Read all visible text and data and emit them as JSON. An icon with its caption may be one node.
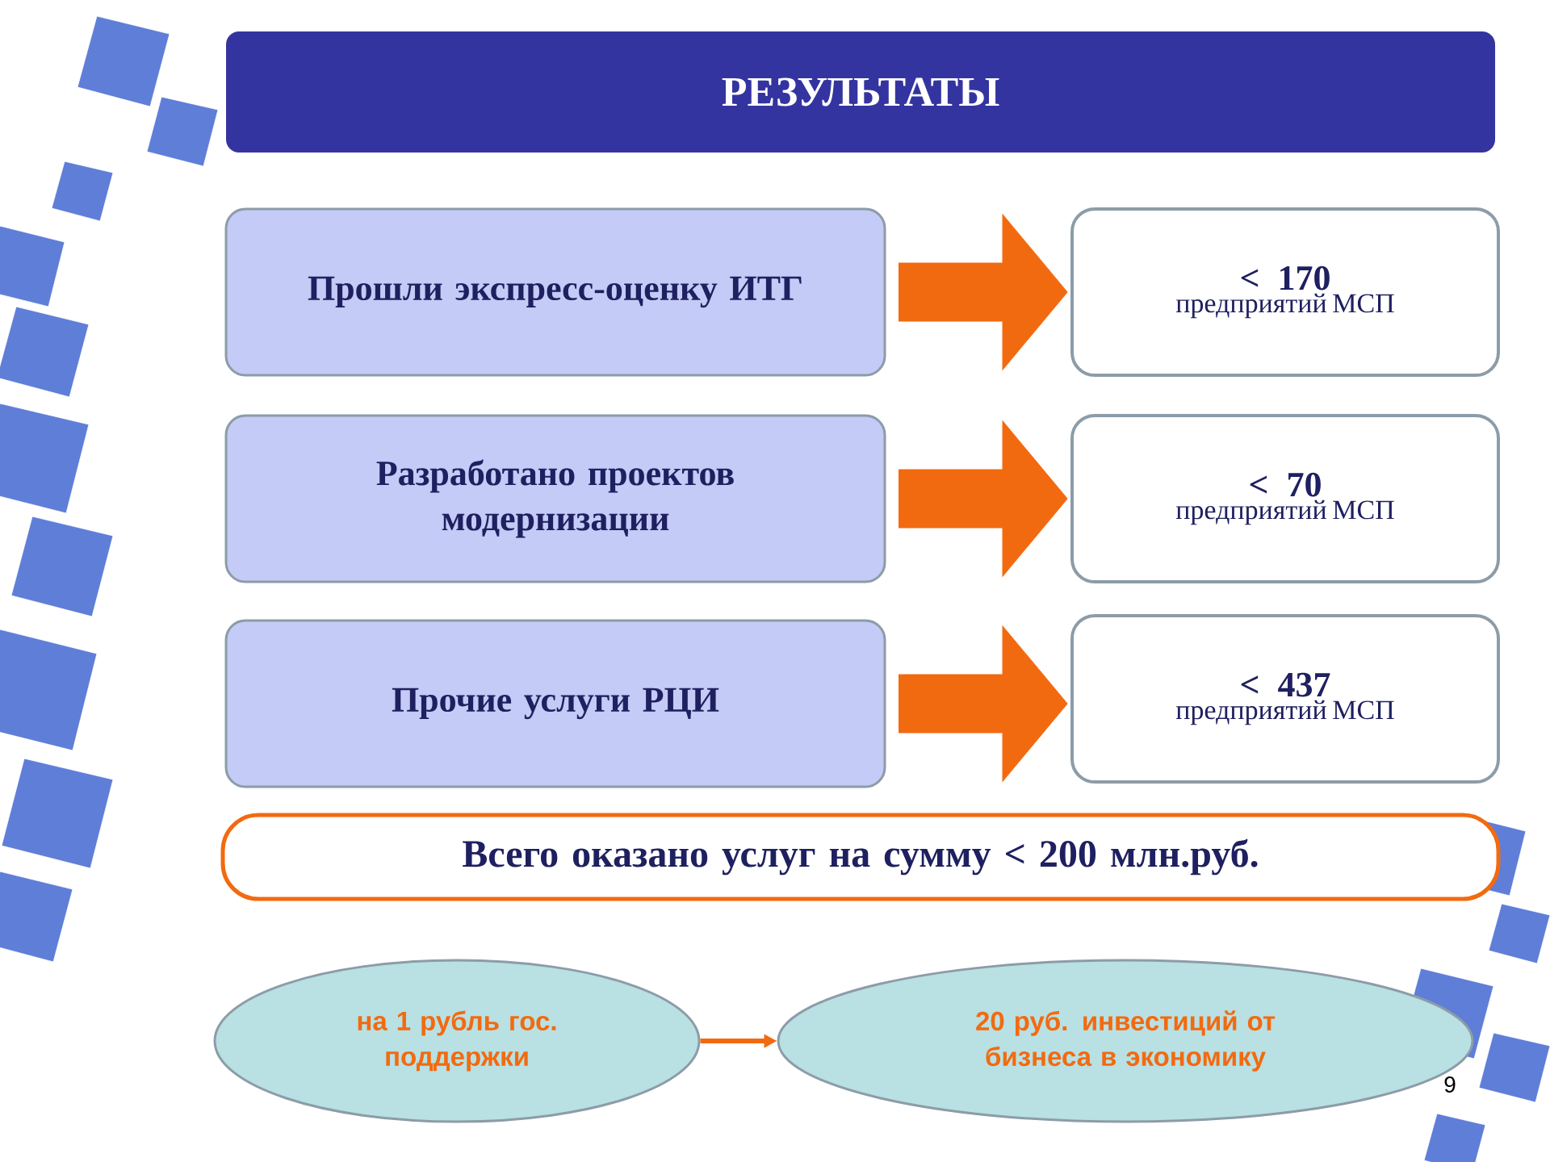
{
  "diagram": {
    "title": "РЕЗУЛЬТАТЫ",
    "nodes": [
      {
        "text": [
          "Прошли экспресс-оценку ИТГ"
        ]
      },
      {
        "text": [
          "< 170",
          "предприятий МСП"
        ]
      },
      {
        "text": [
          "Разработано проектов модернизации"
        ]
      },
      {
        "text": [
          "< 70",
          "предприятий МСП"
        ]
      },
      {
        "text": [
          "Прочие услуги РЦИ"
        ]
      },
      {
        "text": [
          "< 437",
          "предприятий МСП"
        ]
      },
      {
        "text": [
          "Всего оказано услуг на сумму < 200 млн.руб."
        ]
      },
      {
        "text": [
          "на 1 рубль гос. поддержки"
        ]
      },
      {
        "text": [
          "20 руб. инвестиций от бизнеса в экономику"
        ]
      }
    ],
    "edges": [
      {
        "from": 0,
        "to": 1,
        "arrow": "to",
        "style": "thick"
      },
      {
        "from": 2,
        "to": 3,
        "arrow": "to",
        "style": "thick"
      },
      {
        "from": 4,
        "to": 5,
        "arrow": "to",
        "style": "thick"
      },
      {
        "from": 7,
        "to": 8,
        "arrow": "to"
      }
    ],
    "labels": [
      "9"
    ]
  }
}
